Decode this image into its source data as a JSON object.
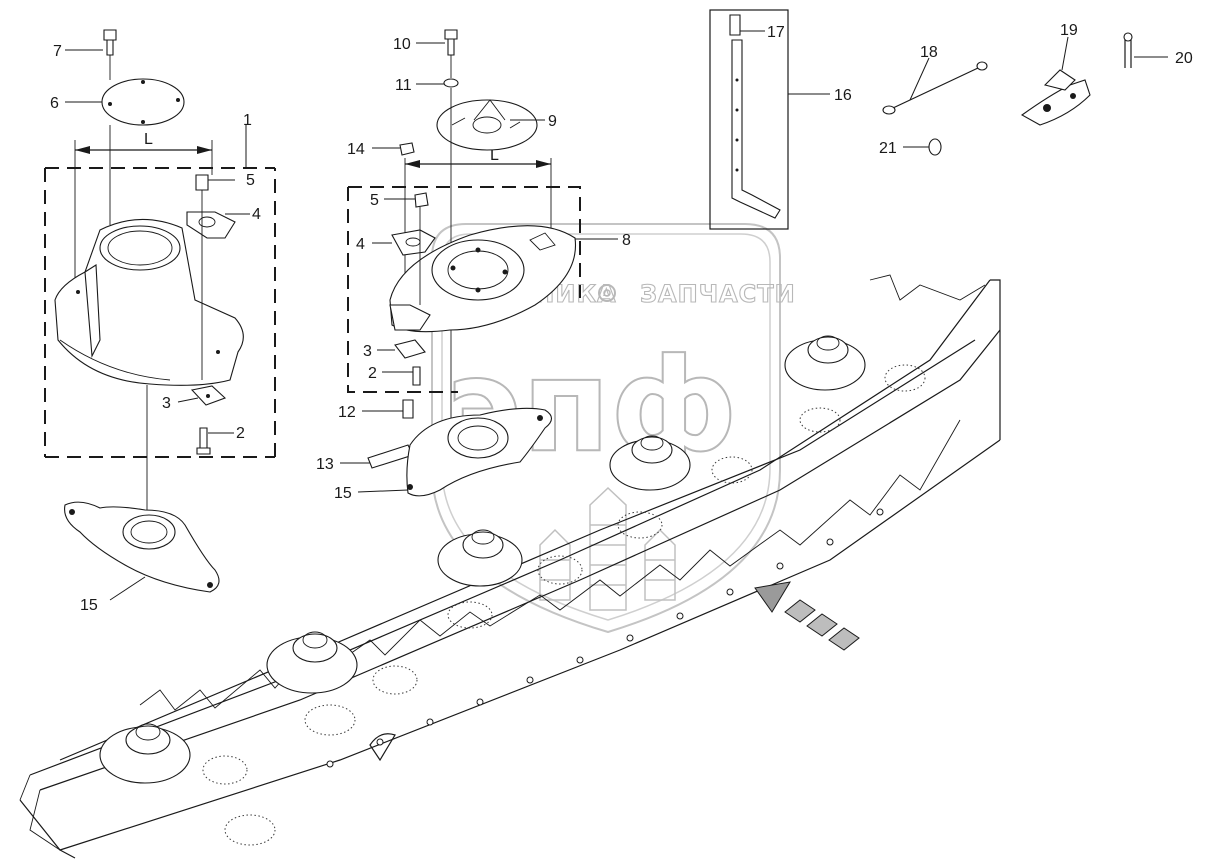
{
  "callouts": [
    {
      "id": "c1",
      "text": "1"
    },
    {
      "id": "c2a",
      "text": "2"
    },
    {
      "id": "c2b",
      "text": "2"
    },
    {
      "id": "c3a",
      "text": "3"
    },
    {
      "id": "c3b",
      "text": "3"
    },
    {
      "id": "c4a",
      "text": "4"
    },
    {
      "id": "c4b",
      "text": "4"
    },
    {
      "id": "c5a",
      "text": "5"
    },
    {
      "id": "c5b",
      "text": "5"
    },
    {
      "id": "c6",
      "text": "6"
    },
    {
      "id": "c7",
      "text": "7"
    },
    {
      "id": "c8",
      "text": "8"
    },
    {
      "id": "c9",
      "text": "9"
    },
    {
      "id": "c10",
      "text": "10"
    },
    {
      "id": "c11",
      "text": "11"
    },
    {
      "id": "c12",
      "text": "12"
    },
    {
      "id": "c13",
      "text": "13"
    },
    {
      "id": "c14",
      "text": "14"
    },
    {
      "id": "c15a",
      "text": "15"
    },
    {
      "id": "c15b",
      "text": "15"
    },
    {
      "id": "c16",
      "text": "16"
    },
    {
      "id": "c17",
      "text": "17"
    },
    {
      "id": "c18",
      "text": "18"
    },
    {
      "id": "c19",
      "text": "19"
    },
    {
      "id": "c20",
      "text": "20"
    },
    {
      "id": "c21",
      "text": "21"
    }
  ],
  "dimensions": {
    "left_label": "L",
    "right_label": "L"
  },
  "watermark": {
    "line1": "ТЕХНИКА",
    "line2": "ЗАПЧАСТИ",
    "logo": "эпф"
  }
}
